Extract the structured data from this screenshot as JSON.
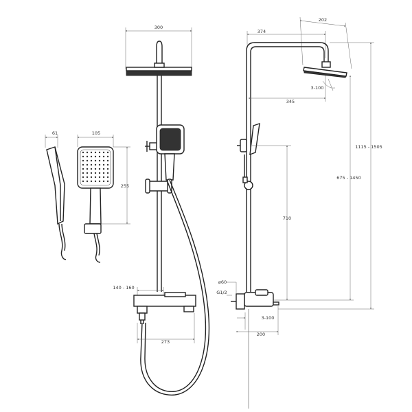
{
  "labels": {
    "d300": "300",
    "d374": "374",
    "d202": "202",
    "d3_100_top": "3-100",
    "d345": "345",
    "d61": "61",
    "d105": "105",
    "d255": "255",
    "d1115_1505": "1115 - 1505",
    "d675_1450": "675 - 1450",
    "d710": "710",
    "d140_160": "140 - 160",
    "d273": "273",
    "d60": "ø60",
    "dG12": "G1/2",
    "d3_100_bot": "3-100",
    "d200": "200"
  }
}
